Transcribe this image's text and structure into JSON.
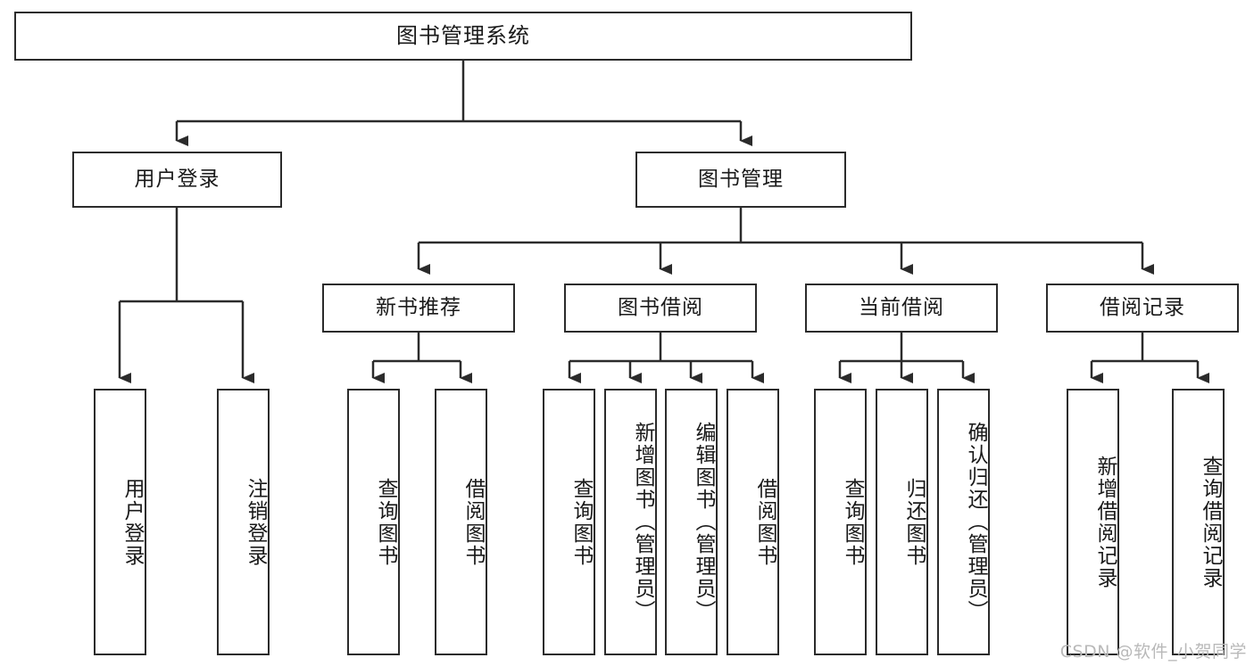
{
  "diagram": {
    "title": "图书管理系统",
    "watermark": "CSDN @软件_小贺同学",
    "root": {
      "label": "图书管理系统"
    },
    "level2": [
      {
        "label": "用户登录"
      },
      {
        "label": "图书管理"
      }
    ],
    "level3": [
      {
        "label": "新书推荐"
      },
      {
        "label": "图书借阅"
      },
      {
        "label": "当前借阅"
      },
      {
        "label": "借阅记录"
      }
    ],
    "leaves": {
      "user_login": [
        {
          "label": "用户登录"
        },
        {
          "label": "注销登录"
        }
      ],
      "new_book_recommend": [
        {
          "label": "查询图书"
        },
        {
          "label": "借阅图书"
        }
      ],
      "book_borrow": [
        {
          "label": "查询图书"
        },
        {
          "label": "新增图书（管理员）"
        },
        {
          "label": "编辑图书（管理员）"
        },
        {
          "label": "借阅图书"
        }
      ],
      "current_borrow": [
        {
          "label": "查询图书"
        },
        {
          "label": "归还图书"
        },
        {
          "label": "确认归还（管理员）"
        }
      ],
      "borrow_record": [
        {
          "label": "新增借阅记录"
        },
        {
          "label": "查询借阅记录"
        }
      ]
    },
    "colors": {
      "stroke": "#2b2b2b",
      "background": "#ffffff",
      "text": "#1a1a1a",
      "watermark": "#b9b9b9"
    }
  }
}
